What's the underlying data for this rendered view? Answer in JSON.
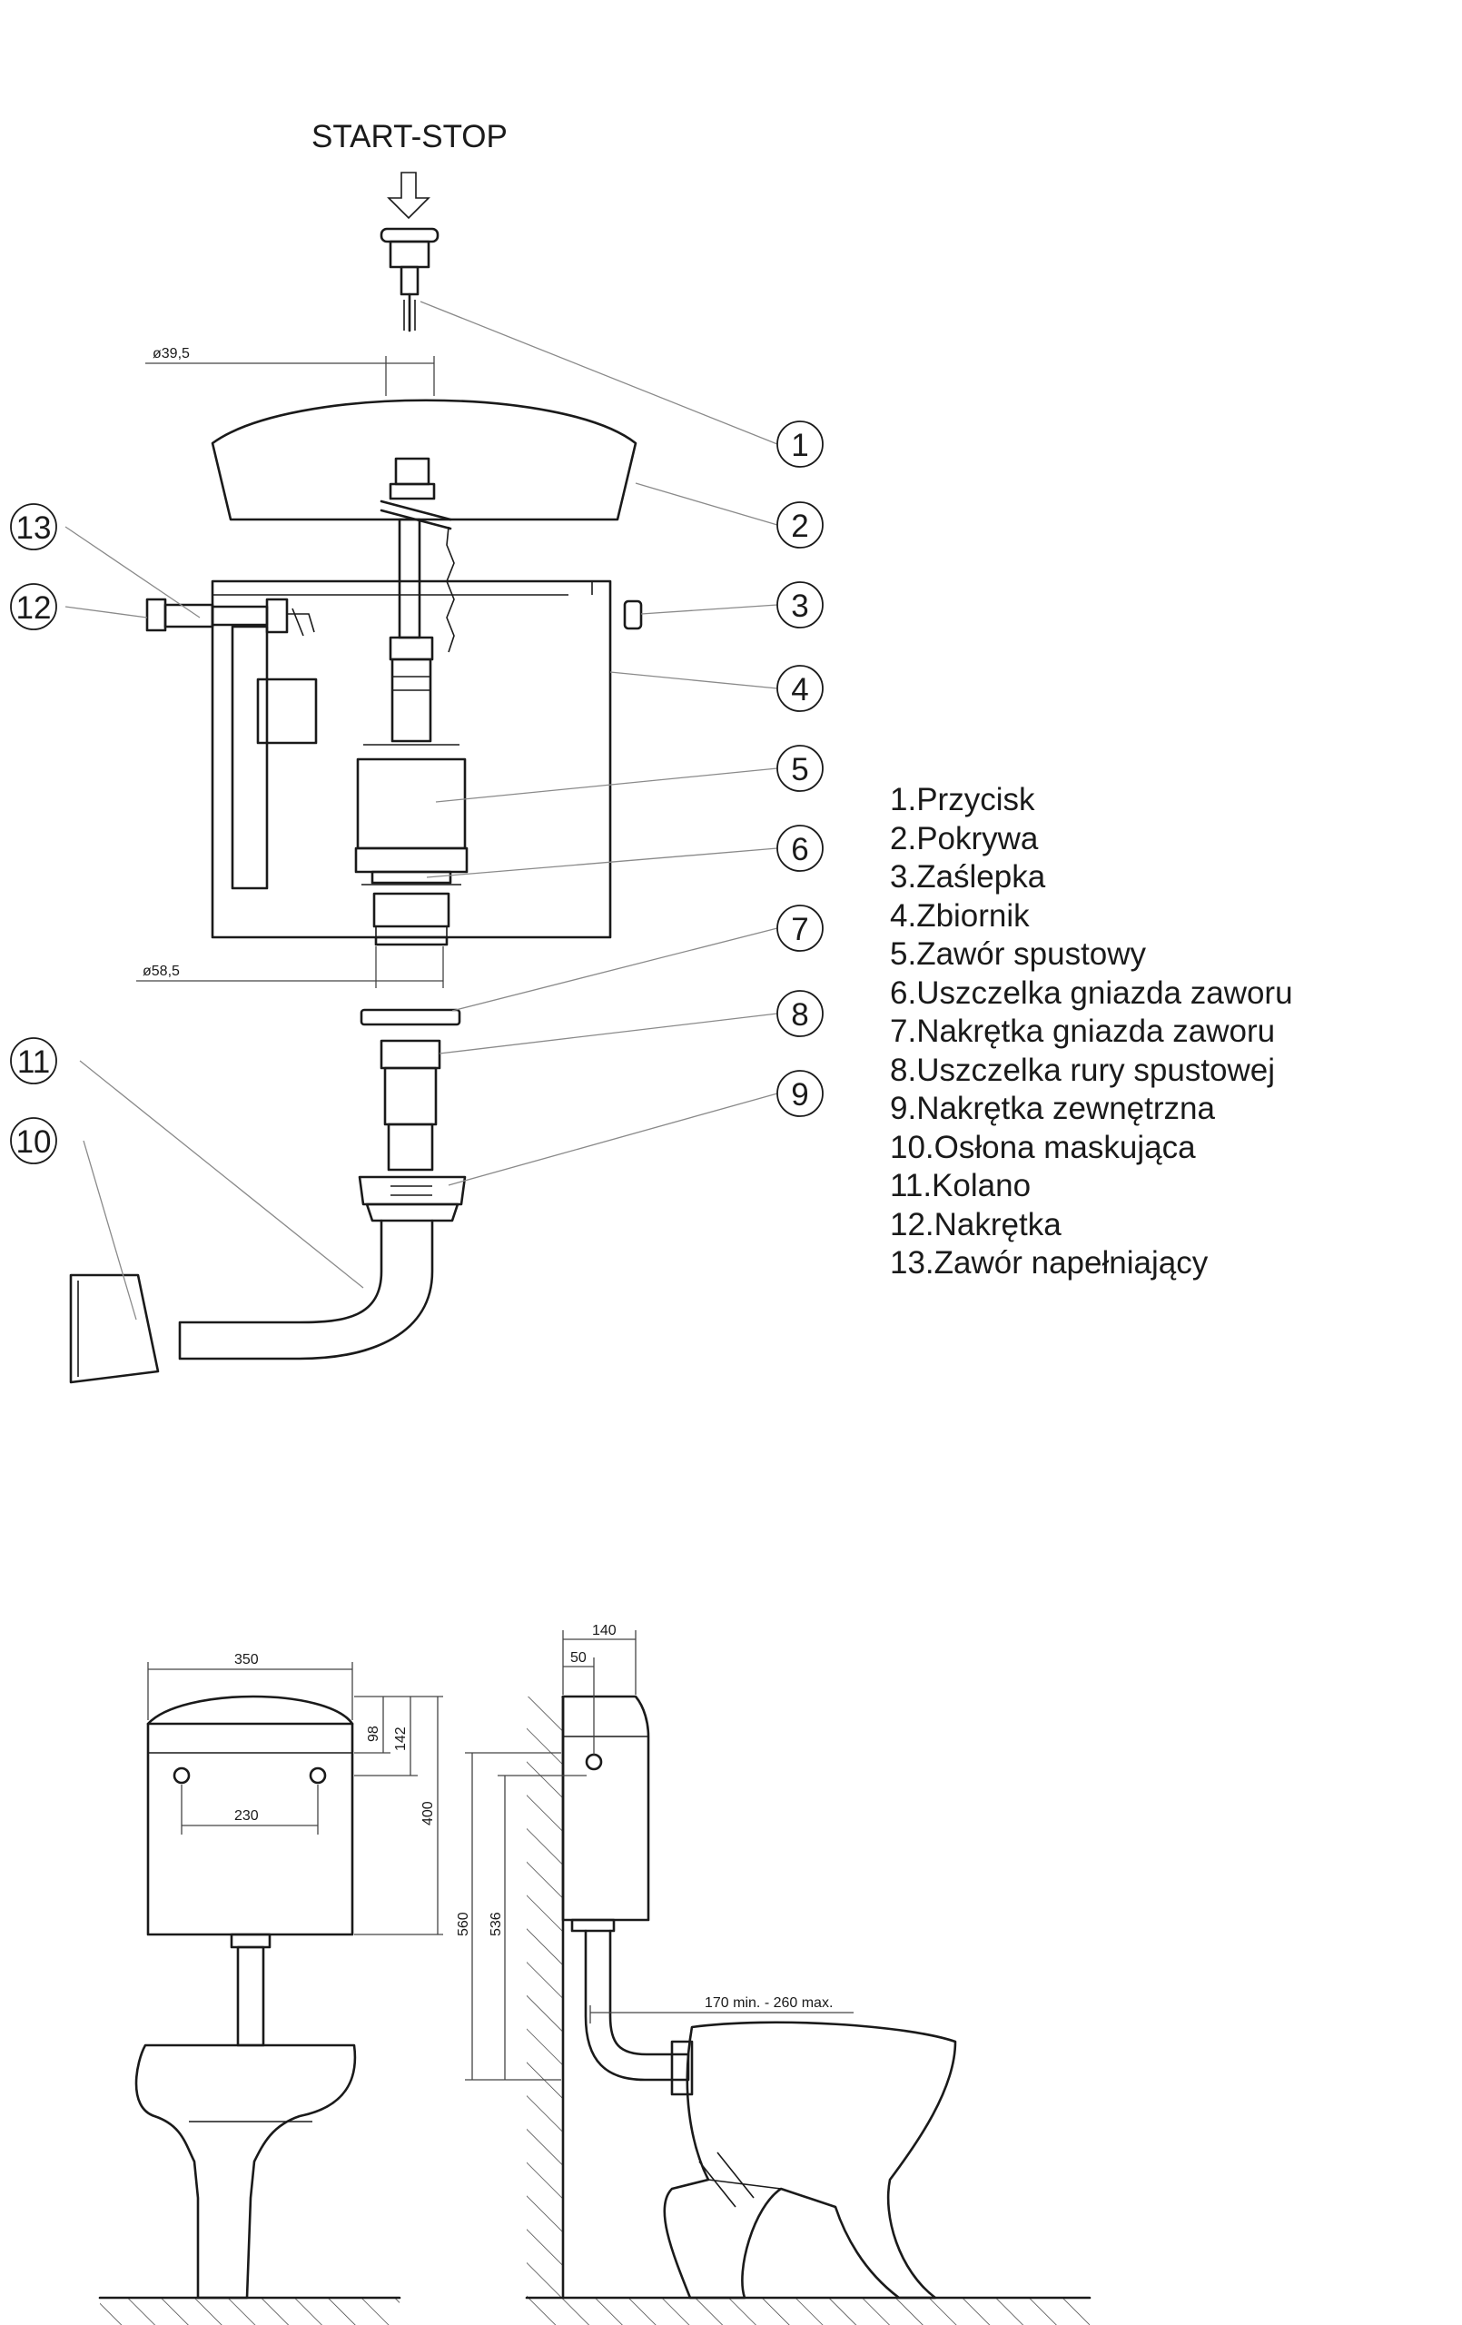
{
  "title": "START-STOP",
  "dimensions": {
    "button_diameter": "ø39,5",
    "seat_diameter": "ø58,5",
    "width": "350",
    "d98": "98",
    "d142": "142",
    "d400": "400",
    "hole_spacing": "230",
    "d140": "140",
    "d50": "50",
    "d560": "560",
    "d536": "536",
    "distance": "170 min. - 260 max."
  },
  "callouts": [
    "1",
    "2",
    "3",
    "4",
    "5",
    "6",
    "7",
    "8",
    "9",
    "10",
    "11",
    "12",
    "13"
  ],
  "legend": [
    " 1.Przycisk",
    " 2.Pokrywa",
    " 3.Zaślepka",
    " 4.Zbiornik",
    " 5.Zawór spustowy",
    " 6.Uszczelka gniazda zaworu",
    " 7.Nakrętka gniazda zaworu",
    " 8.Uszczelka rury spustowej",
    " 9.Nakrętka zewnętrzna",
    "10.Osłona maskująca",
    "11.Kolano",
    "12.Nakrętka",
    "13.Zawór napełniający"
  ]
}
